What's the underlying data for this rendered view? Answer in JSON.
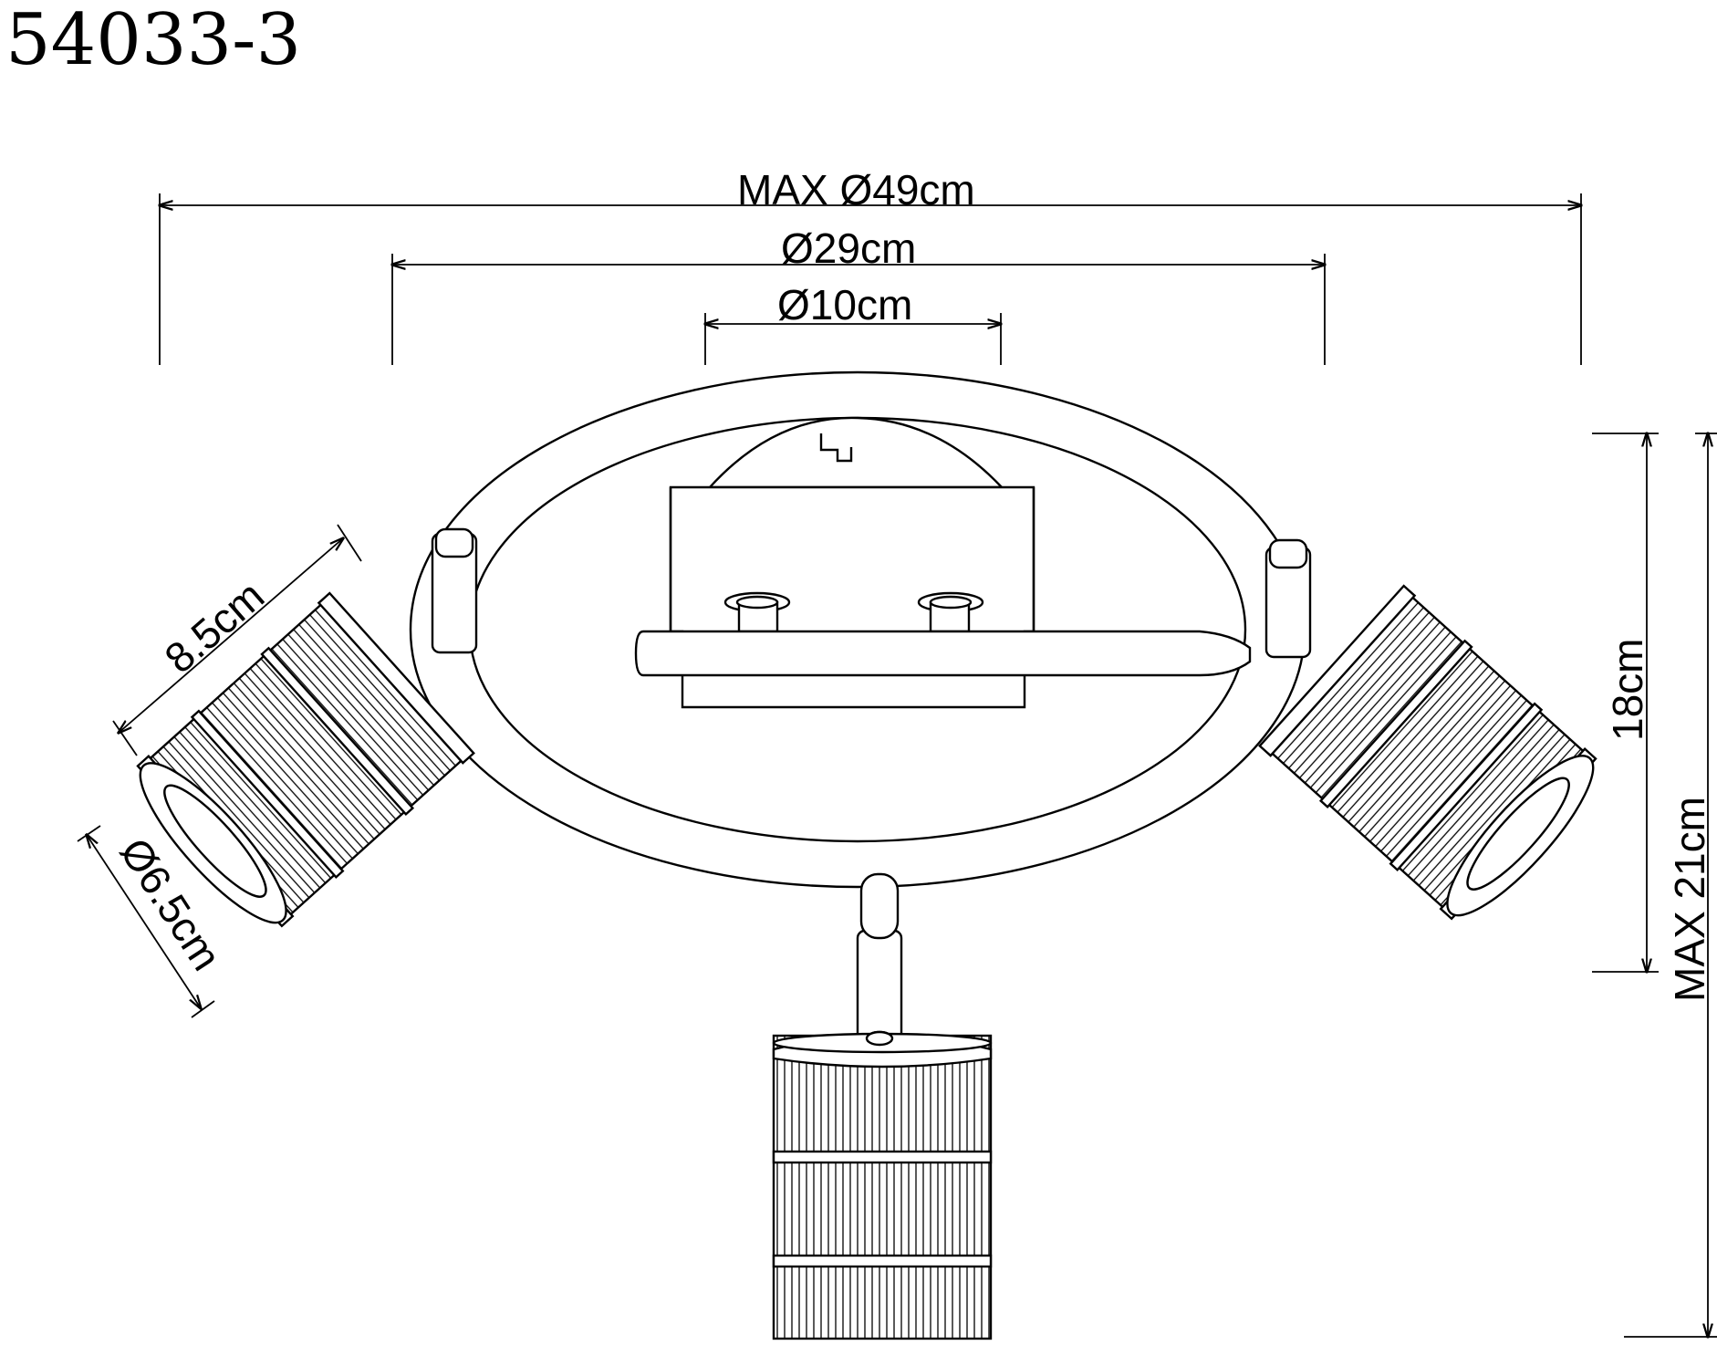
{
  "model_number": "54033-3",
  "dimensions": {
    "max_overall_diameter": "MAX Ø49cm",
    "ring_diameter": "Ø29cm",
    "base_diameter": "Ø10cm",
    "spot_length": "8.5cm",
    "spot_diameter": "Ø6.5cm",
    "height": "18cm",
    "max_height": "MAX 21cm"
  }
}
